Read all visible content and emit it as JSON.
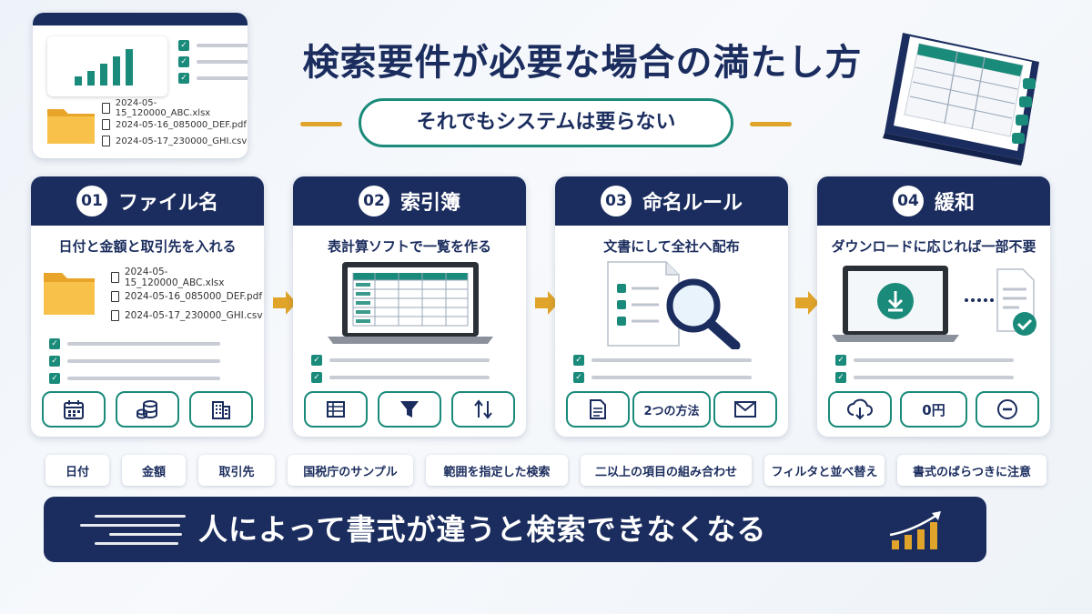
{
  "title": "検索要件が必要な場合の満たし方",
  "subtitle": "それでもシステムは要らない",
  "top_card": {
    "files": [
      "2024-05-15_120000_ABC.xlsx",
      "2024-05-16_085000_DEF.pdf",
      "2024-05-17_230000_GHI.csv"
    ]
  },
  "steps": [
    {
      "number": "01",
      "title": "ファイル名",
      "desc": "日付と金額と取引先を入れる",
      "files": [
        "2024-05-15_120000_ABC.xlsx",
        "2024-05-16_085000_DEF.pdf",
        "2024-05-17_230000_GHI.csv"
      ],
      "buttons": [
        "calendar-icon",
        "coins-icon",
        "building-icon"
      ]
    },
    {
      "number": "02",
      "title": "索引簿",
      "desc": "表計算ソフトで一覧を作る",
      "buttons": [
        "table-icon",
        "filter-icon",
        "sort-icon"
      ]
    },
    {
      "number": "03",
      "title": "命名ルール",
      "desc": "文書にして全社へ配布",
      "button_label": "2つの方法",
      "buttons": [
        "document-icon",
        "text",
        "mail-icon"
      ]
    },
    {
      "number": "04",
      "title": "緩和",
      "desc": "ダウンロードに応じれば一部不要",
      "button_label": "0円",
      "buttons": [
        "cloud-download-icon",
        "text",
        "minus-circle-icon"
      ]
    }
  ],
  "tags": [
    "日付",
    "金額",
    "取引先",
    "国税庁のサンプル",
    "範囲を指定した検索",
    "二以上の項目の組み合わせ",
    "フィルタと並べ替え",
    "書式のばらつきに注意"
  ],
  "banner": "人によって書式が違うと検索できなくなる",
  "colors": {
    "navy": "#1b2d5e",
    "teal": "#1a8a7a",
    "gold": "#e0a42a",
    "folder": "#f5b83a"
  }
}
